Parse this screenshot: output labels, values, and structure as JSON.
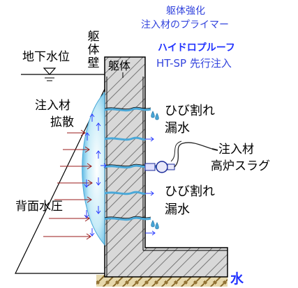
{
  "labels": {
    "top_line1": "躯体強化",
    "top_line2": "注入材のプライマー",
    "hydroproof_line1": "ハイドロプルーフ",
    "hydroproof_line2": "HT-SP 先行注入",
    "groundwater_level": "地下水位",
    "body_wall": "躯体壁",
    "body": "躯体",
    "injection_spread_line1": "注入材",
    "injection_spread_line2": "拡散",
    "crack_leak_upper_line1": "ひび割れ",
    "crack_leak_upper_line2": "漏水",
    "injection_material_line1": "注入材",
    "injection_material_line2": "高炉スラグ",
    "crack_leak_lower_line1": "ひび割れ",
    "crack_leak_lower_line2": "漏水",
    "back_water_pressure": "背面水圧",
    "water": "水"
  },
  "colors": {
    "concrete": "#d8d8d8",
    "hatch": "#777777",
    "injection_zone": "#5ab9e6",
    "crack": "#4aa8d8",
    "pressure_arrow": "#9a1a1a",
    "flow_arrow": "#2a3cff",
    "ground": "#c9b27a"
  }
}
